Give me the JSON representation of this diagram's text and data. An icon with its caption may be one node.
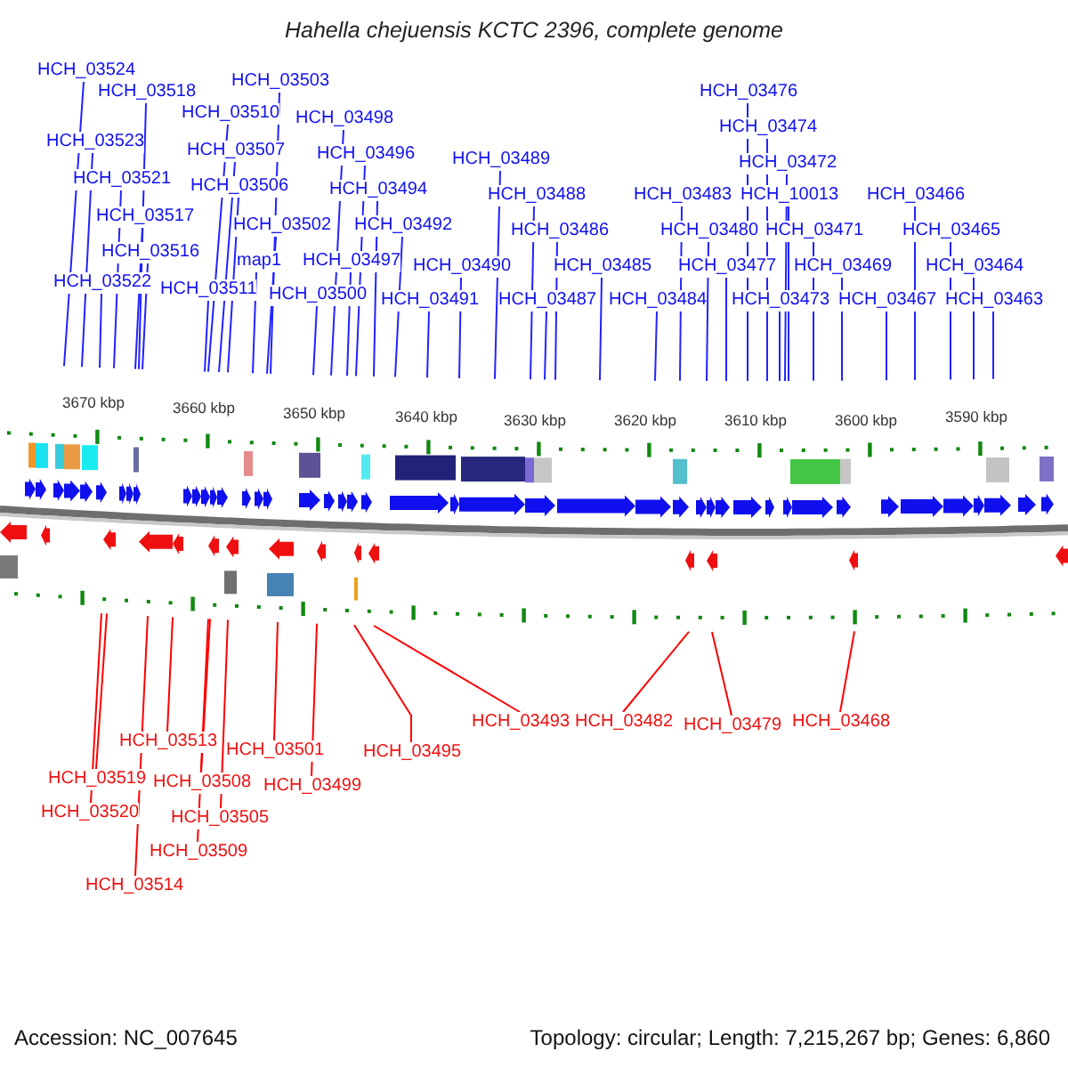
{
  "diagram": {
    "title": "Hahella chejuensis KCTC 2396, complete genome",
    "nodes": [
      {
        "text": [
          "HCH_03524"
        ]
      },
      {
        "text": [
          "HCH_03518"
        ]
      },
      {
        "text": [
          "HCH_03503"
        ]
      },
      {
        "text": [
          "HCH_03510"
        ]
      },
      {
        "text": [
          "HCH_03498"
        ]
      },
      {
        "text": [
          "HCH_03523"
        ]
      },
      {
        "text": [
          "HCH_03507"
        ]
      },
      {
        "text": [
          "HCH_03496"
        ]
      },
      {
        "text": [
          "HCH_03489"
        ]
      },
      {
        "text": [
          "HCH_03521"
        ]
      },
      {
        "text": [
          "HCH_03506"
        ]
      },
      {
        "text": [
          "HCH_03494"
        ]
      },
      {
        "text": [
          "HCH_03488"
        ]
      },
      {
        "text": [
          "HCH_03517"
        ]
      },
      {
        "text": [
          "HCH_03502"
        ]
      },
      {
        "text": [
          "HCH_03492"
        ]
      },
      {
        "text": [
          "HCH_03486"
        ]
      },
      {
        "text": [
          "HCH_03516"
        ]
      },
      {
        "text": [
          "map1"
        ]
      },
      {
        "text": [
          "HCH_03497"
        ]
      },
      {
        "text": [
          "HCH_03490"
        ]
      },
      {
        "text": [
          "HCH_03485"
        ]
      },
      {
        "text": [
          "HCH_03522"
        ]
      },
      {
        "text": [
          "HCH_03511"
        ]
      },
      {
        "text": [
          "HCH_03500"
        ]
      },
      {
        "text": [
          "HCH_03491"
        ]
      },
      {
        "text": [
          "HCH_03487"
        ]
      },
      {
        "text": [
          "HCH_03484"
        ]
      },
      {
        "text": [
          "HCH_03476"
        ]
      },
      {
        "text": [
          "HCH_03474"
        ]
      },
      {
        "text": [
          "HCH_03472"
        ]
      },
      {
        "text": [
          "HCH_03483"
        ]
      },
      {
        "text": [
          "HCH_10013"
        ]
      },
      {
        "text": [
          "HCH_03466"
        ]
      },
      {
        "text": [
          "HCH_03480"
        ]
      },
      {
        "text": [
          "HCH_03471"
        ]
      },
      {
        "text": [
          "HCH_03465"
        ]
      },
      {
        "text": [
          "HCH_03477"
        ]
      },
      {
        "text": [
          "HCH_03469"
        ]
      },
      {
        "text": [
          "HCH_03464"
        ]
      },
      {
        "text": [
          "HCH_03473"
        ]
      },
      {
        "text": [
          "HCH_03467"
        ]
      },
      {
        "text": [
          "HCH_03463"
        ]
      },
      {
        "text": [
          "HCH_03493"
        ]
      },
      {
        "text": [
          "HCH_03482"
        ]
      },
      {
        "text": [
          "HCH_03468"
        ]
      },
      {
        "text": [
          "HCH_03479"
        ]
      },
      {
        "text": [
          "HCH_03513"
        ]
      },
      {
        "text": [
          "HCH_03501"
        ]
      },
      {
        "text": [
          "HCH_03495"
        ]
      },
      {
        "text": [
          "HCH_03519"
        ]
      },
      {
        "text": [
          "HCH_03508"
        ]
      },
      {
        "text": [
          "HCH_03499"
        ]
      },
      {
        "text": [
          "HCH_03520"
        ]
      },
      {
        "text": [
          "HCH_03505"
        ]
      },
      {
        "text": [
          "HCH_03509"
        ]
      },
      {
        "text": [
          "HCH_03514"
        ]
      }
    ],
    "edges": [
      {
        "from": 0,
        "to": null,
        "arrow": "none"
      },
      {
        "from": 1,
        "to": null,
        "arrow": "none"
      },
      {
        "from": 2,
        "to": null,
        "arrow": "none"
      },
      {
        "from": 3,
        "to": null,
        "arrow": "none"
      },
      {
        "from": 4,
        "to": null,
        "arrow": "none"
      },
      {
        "from": 5,
        "to": null,
        "arrow": "none"
      },
      {
        "from": 6,
        "to": null,
        "arrow": "none"
      },
      {
        "from": 7,
        "to": null,
        "arrow": "none"
      },
      {
        "from": 8,
        "to": null,
        "arrow": "none"
      },
      {
        "from": 9,
        "to": null,
        "arrow": "none"
      },
      {
        "from": 10,
        "to": null,
        "arrow": "none"
      },
      {
        "from": 11,
        "to": null,
        "arrow": "none"
      },
      {
        "from": 12,
        "to": null,
        "arrow": "none"
      },
      {
        "from": 13,
        "to": null,
        "arrow": "none"
      },
      {
        "from": 14,
        "to": null,
        "arrow": "none"
      },
      {
        "from": 15,
        "to": null,
        "arrow": "none"
      },
      {
        "from": 16,
        "to": null,
        "arrow": "none"
      },
      {
        "from": 17,
        "to": null,
        "arrow": "none"
      },
      {
        "from": 18,
        "to": null,
        "arrow": "none"
      },
      {
        "from": 19,
        "to": null,
        "arrow": "none"
      },
      {
        "from": 20,
        "to": null,
        "arrow": "none"
      },
      {
        "from": 21,
        "to": null,
        "arrow": "none"
      },
      {
        "from": 22,
        "to": null,
        "arrow": "none"
      },
      {
        "from": 23,
        "to": null,
        "arrow": "none"
      },
      {
        "from": 24,
        "to": null,
        "arrow": "none"
      },
      {
        "from": 25,
        "to": null,
        "arrow": "none"
      },
      {
        "from": 26,
        "to": null,
        "arrow": "none"
      },
      {
        "from": 27,
        "to": null,
        "arrow": "none"
      },
      {
        "from": 28,
        "to": null,
        "arrow": "none"
      },
      {
        "from": 29,
        "to": null,
        "arrow": "none"
      },
      {
        "from": 30,
        "to": null,
        "arrow": "none"
      },
      {
        "from": 31,
        "to": null,
        "arrow": "none"
      },
      {
        "from": 32,
        "to": null,
        "arrow": "none"
      },
      {
        "from": 33,
        "to": null,
        "arrow": "none"
      },
      {
        "from": 34,
        "to": null,
        "arrow": "none"
      },
      {
        "from": 35,
        "to": null,
        "arrow": "none"
      },
      {
        "from": 36,
        "to": null,
        "arrow": "none"
      },
      {
        "from": 37,
        "to": null,
        "arrow": "none"
      },
      {
        "from": 38,
        "to": null,
        "arrow": "none"
      },
      {
        "from": 39,
        "to": null,
        "arrow": "none"
      },
      {
        "from": 40,
        "to": null,
        "arrow": "none"
      },
      {
        "from": 41,
        "to": null,
        "arrow": "none"
      },
      {
        "from": 42,
        "to": null,
        "arrow": "none"
      },
      {
        "from": 43,
        "to": null,
        "arrow": "none",
        "color": "#ff0000"
      },
      {
        "from": 44,
        "to": null,
        "arrow": "none",
        "color": "#ff0000"
      },
      {
        "from": 45,
        "to": null,
        "arrow": "none",
        "color": "#ff0000"
      },
      {
        "from": 46,
        "to": null,
        "arrow": "none",
        "color": "#ff0000"
      },
      {
        "from": 47,
        "to": null,
        "arrow": "none",
        "color": "#ff0000"
      },
      {
        "from": 48,
        "to": null,
        "arrow": "none",
        "color": "#ff0000"
      },
      {
        "from": 49,
        "to": null,
        "arrow": "none",
        "color": "#ff0000"
      },
      {
        "from": 50,
        "to": null,
        "arrow": "none",
        "color": "#ff0000"
      },
      {
        "from": 51,
        "to": null,
        "arrow": "none",
        "color": "#ff0000"
      },
      {
        "from": 52,
        "to": null,
        "arrow": "none",
        "color": "#ff0000"
      },
      {
        "from": 53,
        "to": null,
        "arrow": "none",
        "color": "#ff0000"
      },
      {
        "from": 54,
        "to": null,
        "arrow": "none",
        "color": "#ff0000"
      },
      {
        "from": 55,
        "to": null,
        "arrow": "none",
        "color": "#ff0000"
      },
      {
        "from": 56,
        "to": null,
        "arrow": "none",
        "color": "#ff0000"
      }
    ],
    "labels": [
      "3670 kbp",
      "3660 kbp",
      "3650 kbp",
      "3640 kbp",
      "3630 kbp",
      "3620 kbp",
      "3610 kbp",
      "3600 kbp",
      "3590 kbp",
      "Accession: NC_007645",
      "Topology: circular; Length: 7,215,267 bp; Genes: 6,860"
    ]
  }
}
